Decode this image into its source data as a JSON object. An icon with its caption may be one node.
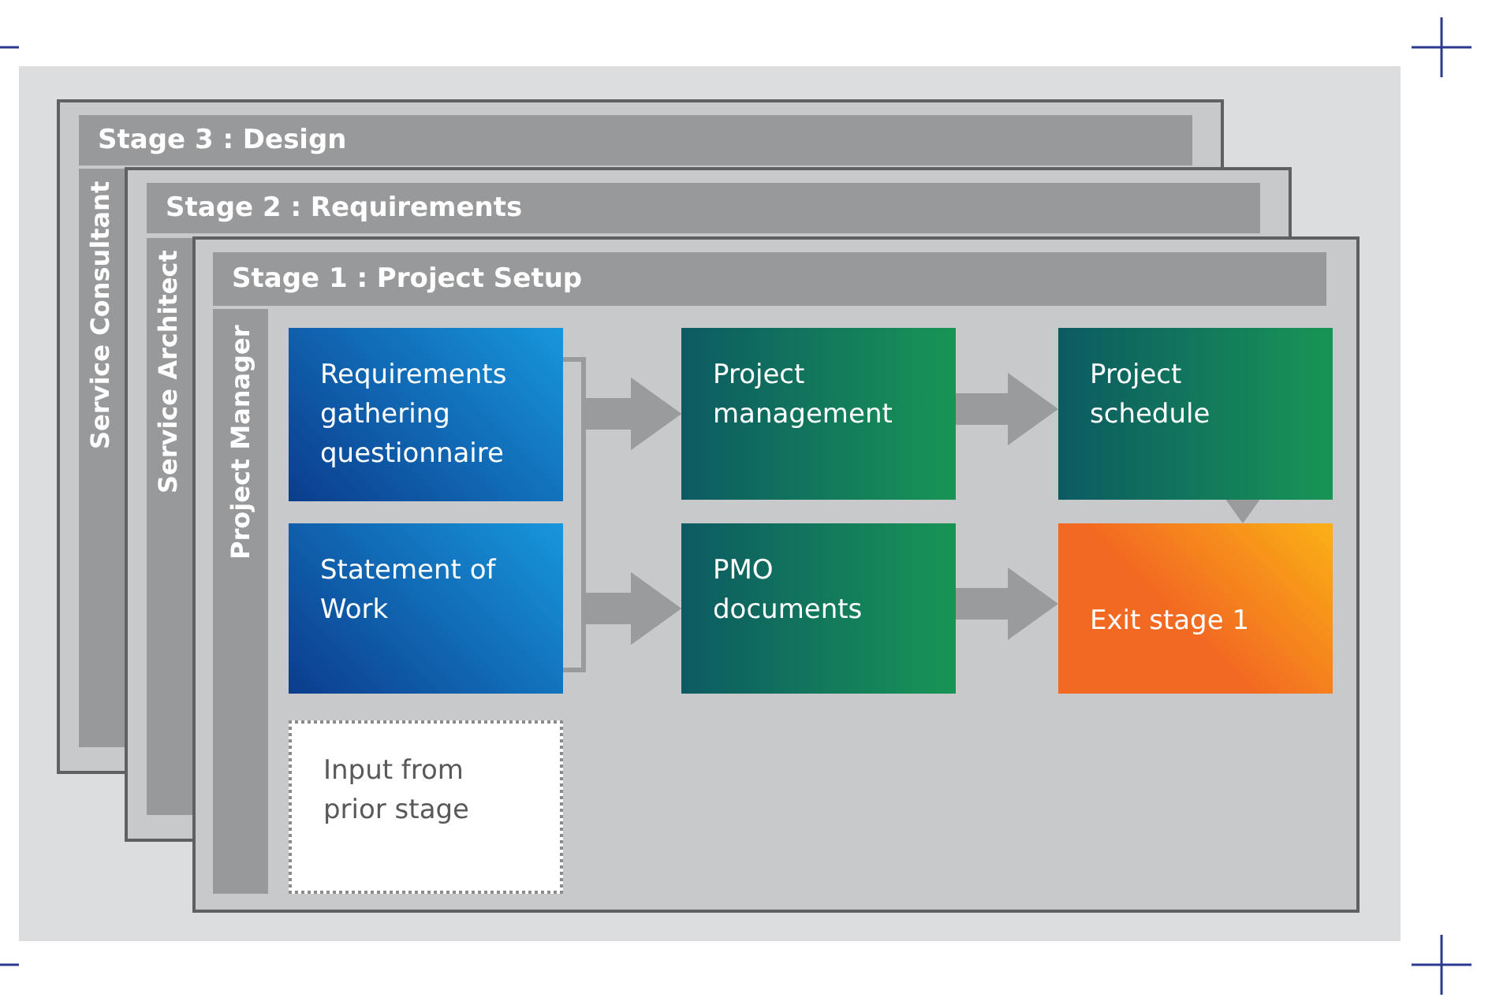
{
  "diagram": {
    "nodes": [
      {
        "text": [
          "Stage 3 : Design"
        ]
      },
      {
        "text": [
          "Service Consultant"
        ]
      },
      {
        "text": [
          "Stage 2 : Requirements"
        ]
      },
      {
        "text": [
          "Service Architect"
        ]
      },
      {
        "text": [],
        "shape": "box"
      },
      {
        "text": [
          "Stage 1 : Project Setup"
        ],
        "in": 4
      },
      {
        "text": [
          "Project Manager"
        ],
        "in": 4
      },
      {
        "text": [
          "Requirements gathering questionnaire"
        ],
        "in": 4
      },
      {
        "text": [
          "Statement of Work"
        ],
        "in": 4
      },
      {
        "text": [
          "Input from prior stage"
        ],
        "in": 4
      },
      {
        "text": [
          "Project management"
        ],
        "in": 4
      },
      {
        "text": [
          "PMO documents"
        ],
        "in": 4
      },
      {
        "text": [
          "Project schedule"
        ],
        "in": 4
      },
      {
        "text": [
          "Exit stage 1"
        ],
        "in": 4
      }
    ],
    "edges": [
      {
        "from": 7,
        "to": 10,
        "arrow": "to",
        "style": "thick"
      },
      {
        "from": 7,
        "to": 11,
        "arrow": "to",
        "style": "thick"
      },
      {
        "from": 8,
        "to": 10,
        "arrow": "to",
        "style": "thick"
      },
      {
        "from": 8,
        "to": 11,
        "arrow": "to",
        "style": "thick"
      },
      {
        "from": 10,
        "to": 12,
        "arrow": "to",
        "style": "thick"
      },
      {
        "from": 11,
        "to": 13,
        "arrow": "to",
        "style": "thick"
      },
      {
        "from": 12,
        "to": 13,
        "arrow": "to",
        "style": "thick"
      }
    ]
  }
}
